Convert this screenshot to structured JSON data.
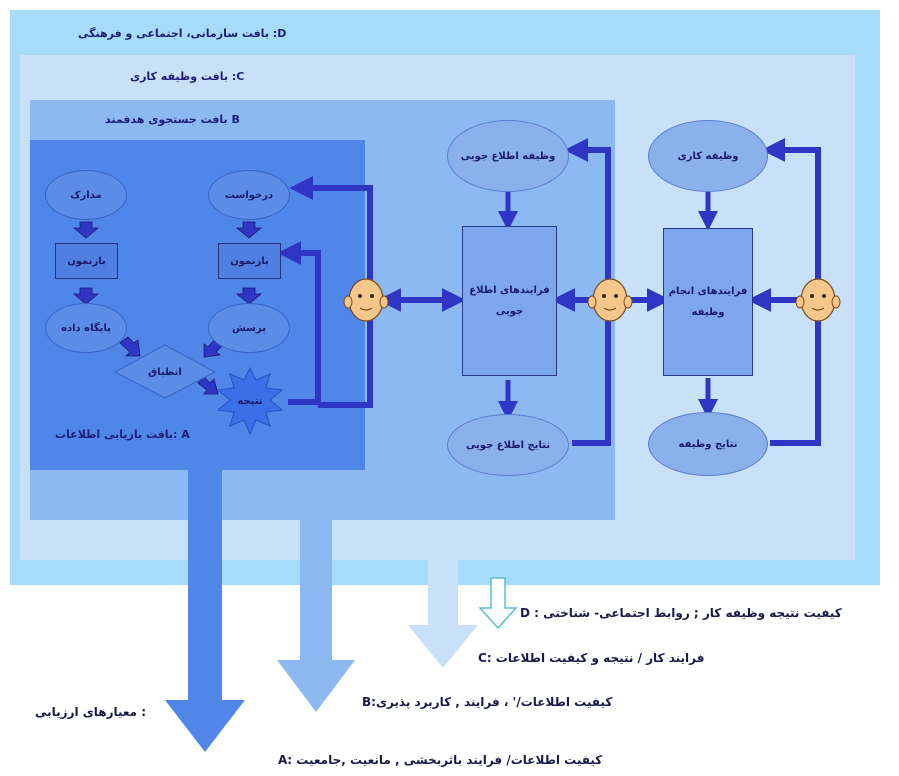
{
  "layers": {
    "d_label": "D: بافت سازمانی، اجتماعی و فرهنگی",
    "c_label": "C: بافت وظیفه کاری",
    "b_label": "B بافت جستجوی هدفمند",
    "a_label": "A :بافت بازیابی اطلاعات"
  },
  "retrieval": {
    "madarek": "مدارک",
    "darkhast": "درخواست",
    "baznemoon_left": "بازنمون",
    "baznemoon_right": "بازنمون",
    "paygah": "پایگاه داده",
    "porsesh": "پرسش",
    "tatbiq": "انطباق",
    "natije": "نتیجه"
  },
  "seeking": {
    "task": "وظیفه اطلاع جویی",
    "process_line1": "فرایندهای اطلاع",
    "process_line2": "جویی",
    "results": "نتایج اطلاع جویی"
  },
  "work": {
    "task": "وظیفه کاری",
    "process_line1": "فرایندهای انجام",
    "process_line2": "وظیفه",
    "results": "نتایج وظیفه"
  },
  "criteria": {
    "title": ": معیارهای ارزیابی",
    "d": "کیفیت نتیجه وظیفه کار ; روابط اجتماعی- شناختی : D",
    "c": "فرایند کار / نتیجه و کیفیت اطلاعات :C",
    "b": "کیفیت اطلاعات/' ، فرایند , کاربرد پذیری:B",
    "a": "کیفیت اطلاعات/ فرایند باثربخشی , مانعیت ,جامعیت :A"
  },
  "colors": {
    "layer_d": "#a6dcfa",
    "layer_c": "#c9e0f9",
    "layer_b": "#8cb9f2",
    "layer_a": "#4f86e8",
    "arrow_dark": "#2f36c6"
  }
}
